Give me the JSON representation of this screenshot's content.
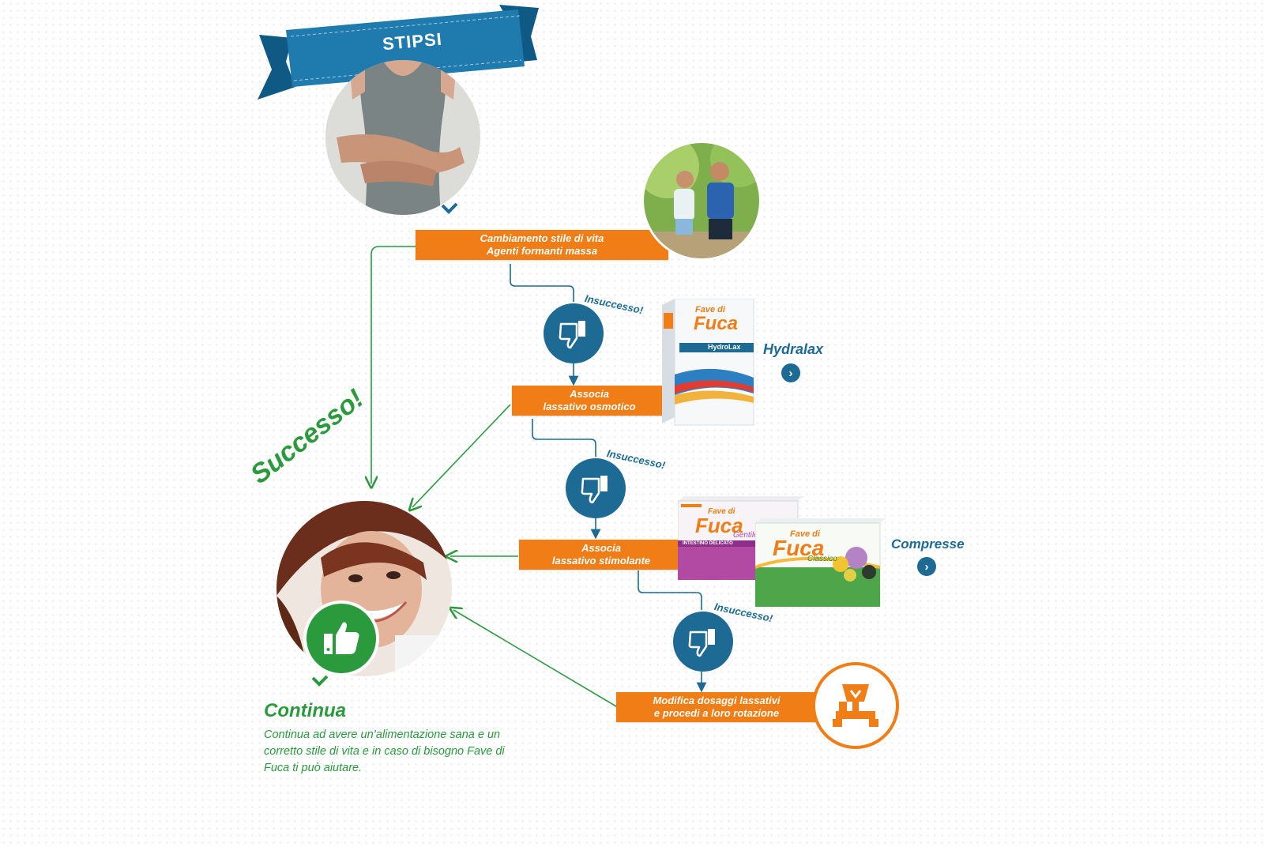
{
  "ribbon": {
    "label": "STIPSI"
  },
  "steps": [
    {
      "line1": "Cambiamento stile di vita",
      "line2": "Agenti formanti massa"
    },
    {
      "line1": "Associa",
      "line2": "lassativo osmotico"
    },
    {
      "line1": "Associa",
      "line2": "lassativo stimolante"
    },
    {
      "line1": "Modifica dosaggi lassativi",
      "line2": "e procedi a loro rotazione"
    }
  ],
  "failure_label": "Insuccesso!",
  "products": {
    "hydralax": {
      "title": "Hydralax",
      "brand_top": "Fave di",
      "brand": "Fuca",
      "variant": "HydroLax"
    },
    "compresse": {
      "title": "Compresse",
      "brand_top": "Fave di",
      "brand": "Fuca",
      "variant_a": "Gentile",
      "variant_b": "Classico",
      "band_a": "INTESTINO DELICATO"
    }
  },
  "success": {
    "label": "Successo!",
    "continue_title": "Continua",
    "continue_text": "Continua ad avere un’alimentazione sana e un corretto stile di vita e in caso di bisogno Fave di Fuca ti può aiutare."
  },
  "colors": {
    "orange": "#f07d15",
    "blue": "#1d6a94",
    "green": "#2a9a3d"
  },
  "icons": {
    "failure": "thumbs-down-icon",
    "success": "thumbs-up-icon",
    "next": "chevron-right-icon",
    "scale": "scale-icon"
  }
}
